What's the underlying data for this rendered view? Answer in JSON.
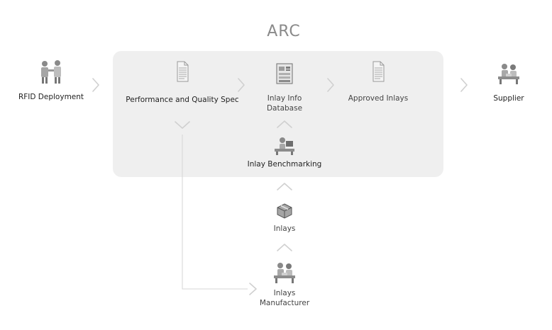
{
  "title": "ARC",
  "nodes": {
    "rfid_deployment": "RFID Deployment",
    "performance_spec": "Performance and Quality Spec",
    "inlay_info_db_line1": "Inlay Info",
    "inlay_info_db_line2": "Database",
    "approved_inlays": "Approved Inlays",
    "supplier": "Supplier",
    "inlay_benchmarking": "Inlay Benchmarking",
    "inlays": "Inlays",
    "inlays_manufacturer_line1": "Inlays",
    "inlays_manufacturer_line2": "Manufacturer"
  },
  "icons": {
    "rfid_deployment": "people-handshake-icon",
    "performance_spec": "document-icon",
    "inlay_info_db": "database-server-icon",
    "approved_inlays": "document-icon",
    "supplier": "people-desk-icon",
    "inlay_benchmarking": "workstation-icon",
    "inlays": "package-box-icon",
    "inlays_manufacturer": "people-desk-icon"
  },
  "colors": {
    "arc_background": "#efefef",
    "connector": "#d0d0d0",
    "title": "#8a8a8a"
  }
}
